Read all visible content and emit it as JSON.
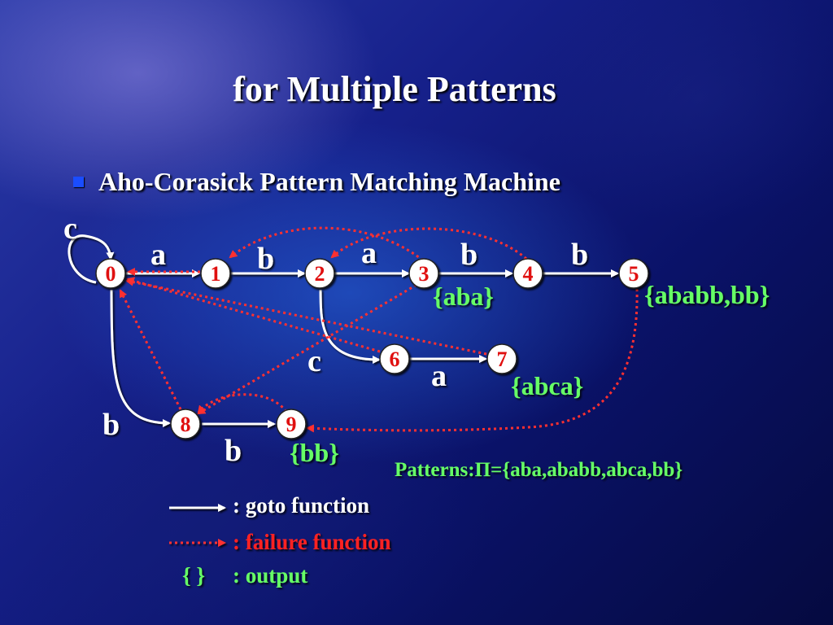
{
  "title": "for Multiple Patterns",
  "bullet": "Aho-Corasick Pattern Matching Machine",
  "states": [
    "0",
    "1",
    "2",
    "3",
    "4",
    "5",
    "6",
    "7",
    "8",
    "9"
  ],
  "edge_labels": {
    "loop_c": "c",
    "e01": "a",
    "e12": "b",
    "e23": "a",
    "e34": "b",
    "e45": "b",
    "e26": "c",
    "e67": "a",
    "e08": "b",
    "e89": "b"
  },
  "outputs": {
    "s3": "{aba}",
    "s5": "{ababb,bb}",
    "s7": "{abca}",
    "s9": "{bb}"
  },
  "patterns": "Patterns:Π={aba,ababb,abca,bb}",
  "legend": {
    "goto": ": goto function",
    "failure": ": failure function",
    "output_symbol": "{ }",
    "output": ": output"
  },
  "colors": {
    "goto": "#ffffff",
    "failure": "#ff3030",
    "output": "#66ff66",
    "state_fill": "#ffffff",
    "state_text": "#e01010"
  }
}
